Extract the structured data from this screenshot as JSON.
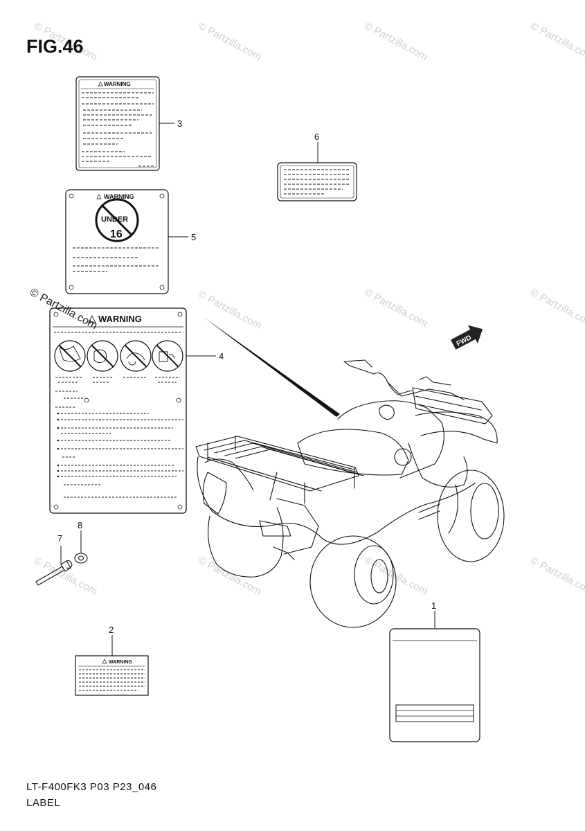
{
  "figure": {
    "title": "FIG.46",
    "code": "LT-F400FK3 P03 P23_046",
    "name": "LABEL"
  },
  "watermark": {
    "text": "© Partzilla.com",
    "color": "#cfcfcf"
  },
  "callouts": [
    "1",
    "2",
    "3",
    "4",
    "5",
    "6",
    "7",
    "8"
  ],
  "labels": {
    "warning_text": "WARNING",
    "under_text": "UNDER",
    "age_text": "16",
    "fwd_text": "FWD"
  }
}
